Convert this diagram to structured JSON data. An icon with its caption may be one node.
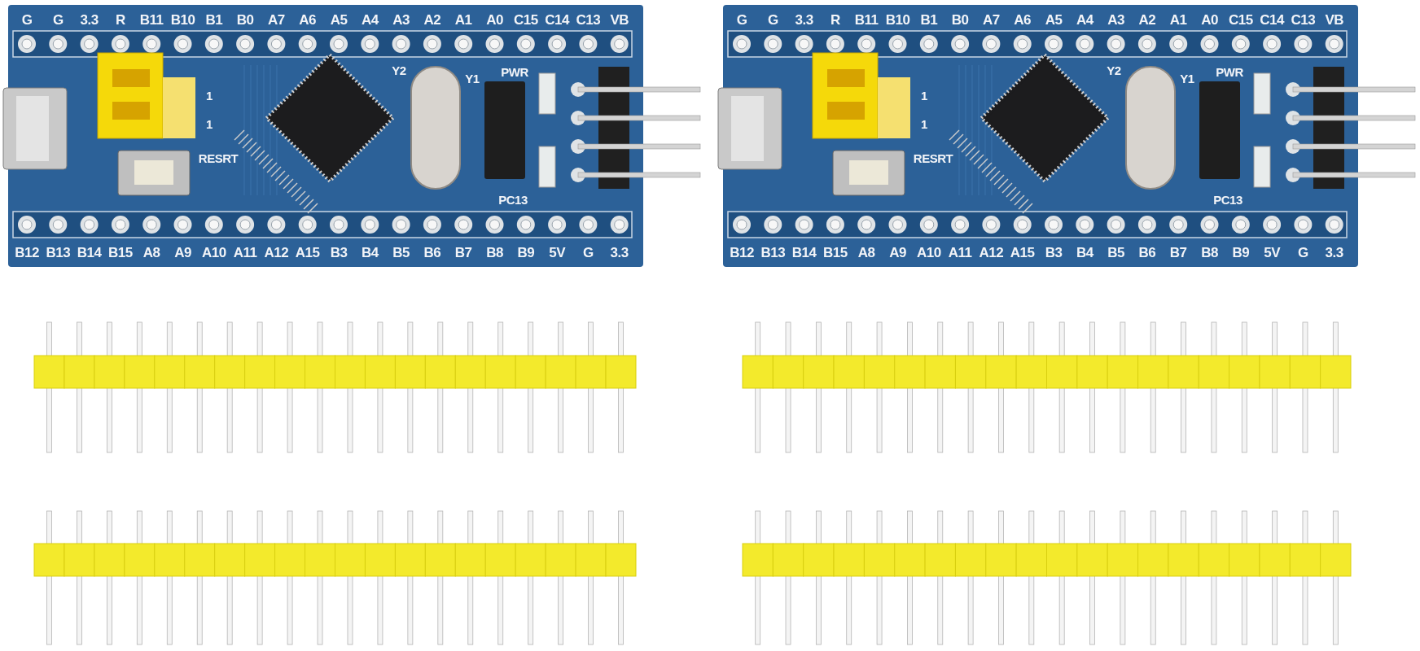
{
  "diagram": {
    "labels": [
      "G",
      "G",
      "3.3",
      "R",
      "B11",
      "B10",
      "B1",
      "B0",
      "A7",
      "A6",
      "A5",
      "A4",
      "A3",
      "A2",
      "A1",
      "A0",
      "C15",
      "C14",
      "C13",
      "VB",
      "B12",
      "B13",
      "B14",
      "B15",
      "A8",
      "A9",
      "A10",
      "A11",
      "A12",
      "A15",
      "B3",
      "B4",
      "B5",
      "B6",
      "B7",
      "B8",
      "B9",
      "5V",
      "G",
      "3.3",
      "1",
      "1",
      "RESRT",
      "Y2",
      "Y1",
      "PWR",
      "PC13",
      "G",
      "G",
      "3.3",
      "R",
      "B11",
      "B10",
      "B1",
      "B0",
      "A7",
      "A6",
      "A5",
      "A4",
      "A3",
      "A2",
      "A1",
      "A0",
      "C15",
      "C14",
      "C13",
      "VB",
      "B12",
      "B13",
      "B14",
      "B15",
      "A8",
      "A9",
      "A10",
      "A11",
      "A12",
      "A15",
      "B3",
      "B4",
      "B5",
      "B6",
      "B7",
      "B8",
      "B9",
      "5V",
      "G",
      "3.3",
      "1",
      "1",
      "RESRT",
      "Y2",
      "Y1",
      "PWR",
      "PC13"
    ]
  }
}
